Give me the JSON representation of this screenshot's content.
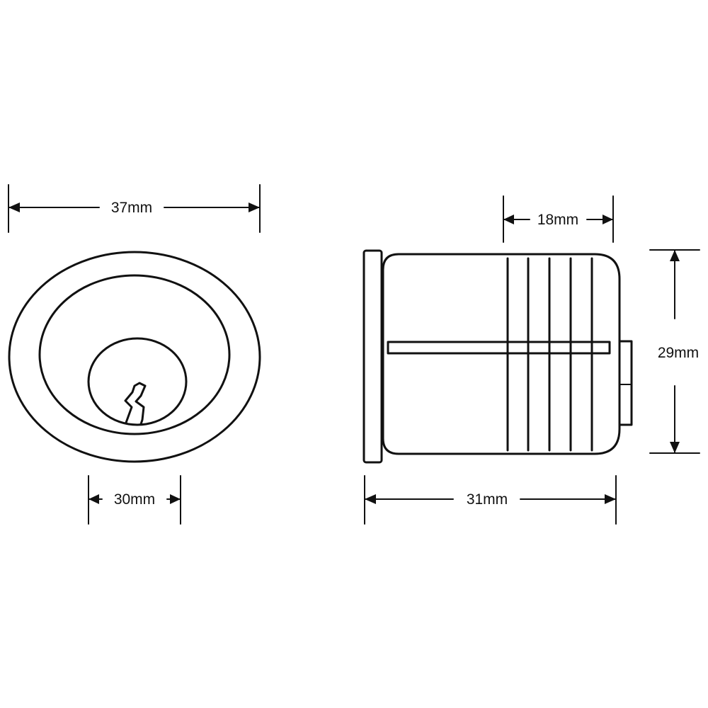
{
  "diagram": {
    "front_view": {
      "overall_width_label": "37mm",
      "plug_width_label": "30mm"
    },
    "side_view": {
      "body_length_label": "18mm",
      "height_label": "29mm",
      "overall_length_label": "31mm"
    }
  },
  "colors": {
    "ink": "#111111",
    "background": "#ffffff"
  }
}
